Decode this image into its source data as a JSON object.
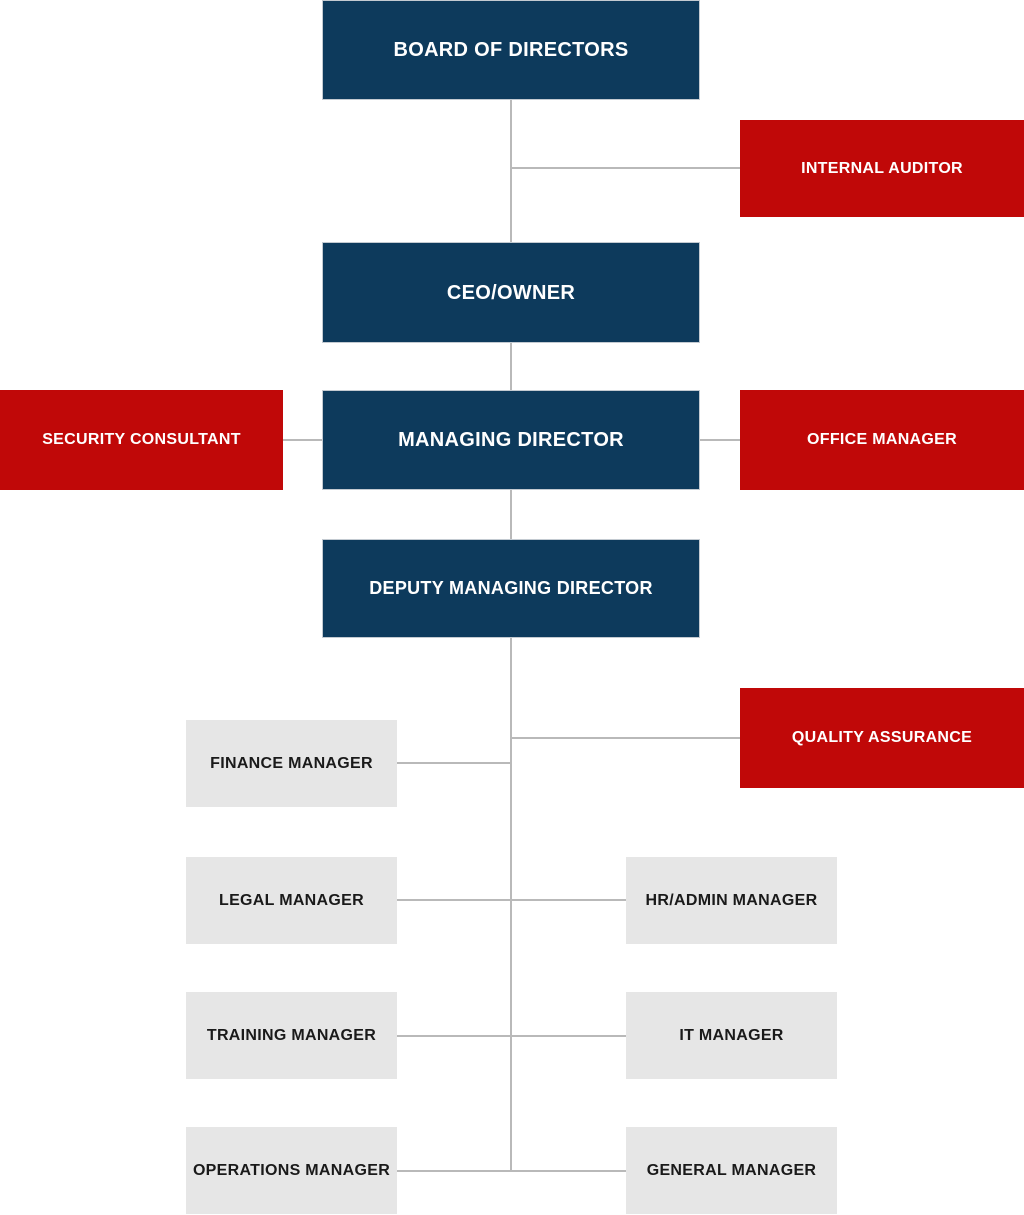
{
  "diagram": {
    "type": "org-chart",
    "nodes": {
      "board": {
        "label": "BOARD OF DIRECTORS",
        "level": "executive"
      },
      "internal_auditor": {
        "label": "INTERNAL AUDITOR",
        "level": "staff"
      },
      "ceo": {
        "label": "CEO/OWNER",
        "level": "executive"
      },
      "security_consultant": {
        "label": "SECURITY CONSULTANT",
        "level": "staff"
      },
      "managing_director": {
        "label": "MANAGING DIRECTOR",
        "level": "executive"
      },
      "office_manager": {
        "label": "OFFICE MANAGER",
        "level": "staff"
      },
      "deputy_md": {
        "label": "DEPUTY MANAGING DIRECTOR",
        "level": "executive"
      },
      "quality_assurance": {
        "label": "QUALITY ASSURANCE",
        "level": "staff"
      },
      "finance_manager": {
        "label": "FINANCE MANAGER",
        "level": "manager"
      },
      "legal_manager": {
        "label": "LEGAL MANAGER",
        "level": "manager"
      },
      "hr_admin_manager": {
        "label": "HR/ADMIN MANAGER",
        "level": "manager"
      },
      "training_manager": {
        "label": "TRAINING MANAGER",
        "level": "manager"
      },
      "it_manager": {
        "label": "IT MANAGER",
        "level": "manager"
      },
      "operations_manager": {
        "label": "OPERATIONS MANAGER",
        "level": "manager"
      },
      "general_manager": {
        "label": "GENERAL MANAGER",
        "level": "manager"
      }
    },
    "edges": [
      [
        "board",
        "ceo"
      ],
      [
        "board",
        "internal_auditor"
      ],
      [
        "ceo",
        "managing_director"
      ],
      [
        "managing_director",
        "security_consultant"
      ],
      [
        "managing_director",
        "office_manager"
      ],
      [
        "managing_director",
        "deputy_md"
      ],
      [
        "deputy_md",
        "quality_assurance"
      ],
      [
        "deputy_md",
        "finance_manager"
      ],
      [
        "deputy_md",
        "legal_manager"
      ],
      [
        "deputy_md",
        "hr_admin_manager"
      ],
      [
        "deputy_md",
        "training_manager"
      ],
      [
        "deputy_md",
        "it_manager"
      ],
      [
        "deputy_md",
        "operations_manager"
      ],
      [
        "deputy_md",
        "general_manager"
      ]
    ],
    "colors": {
      "executive_box": "#0d3a5c",
      "staff_box": "#c00808",
      "manager_box": "#e6e6e6",
      "connector": "#b9b9b9",
      "light_text": "#ffffff",
      "dark_text": "#1a1a1a"
    }
  }
}
